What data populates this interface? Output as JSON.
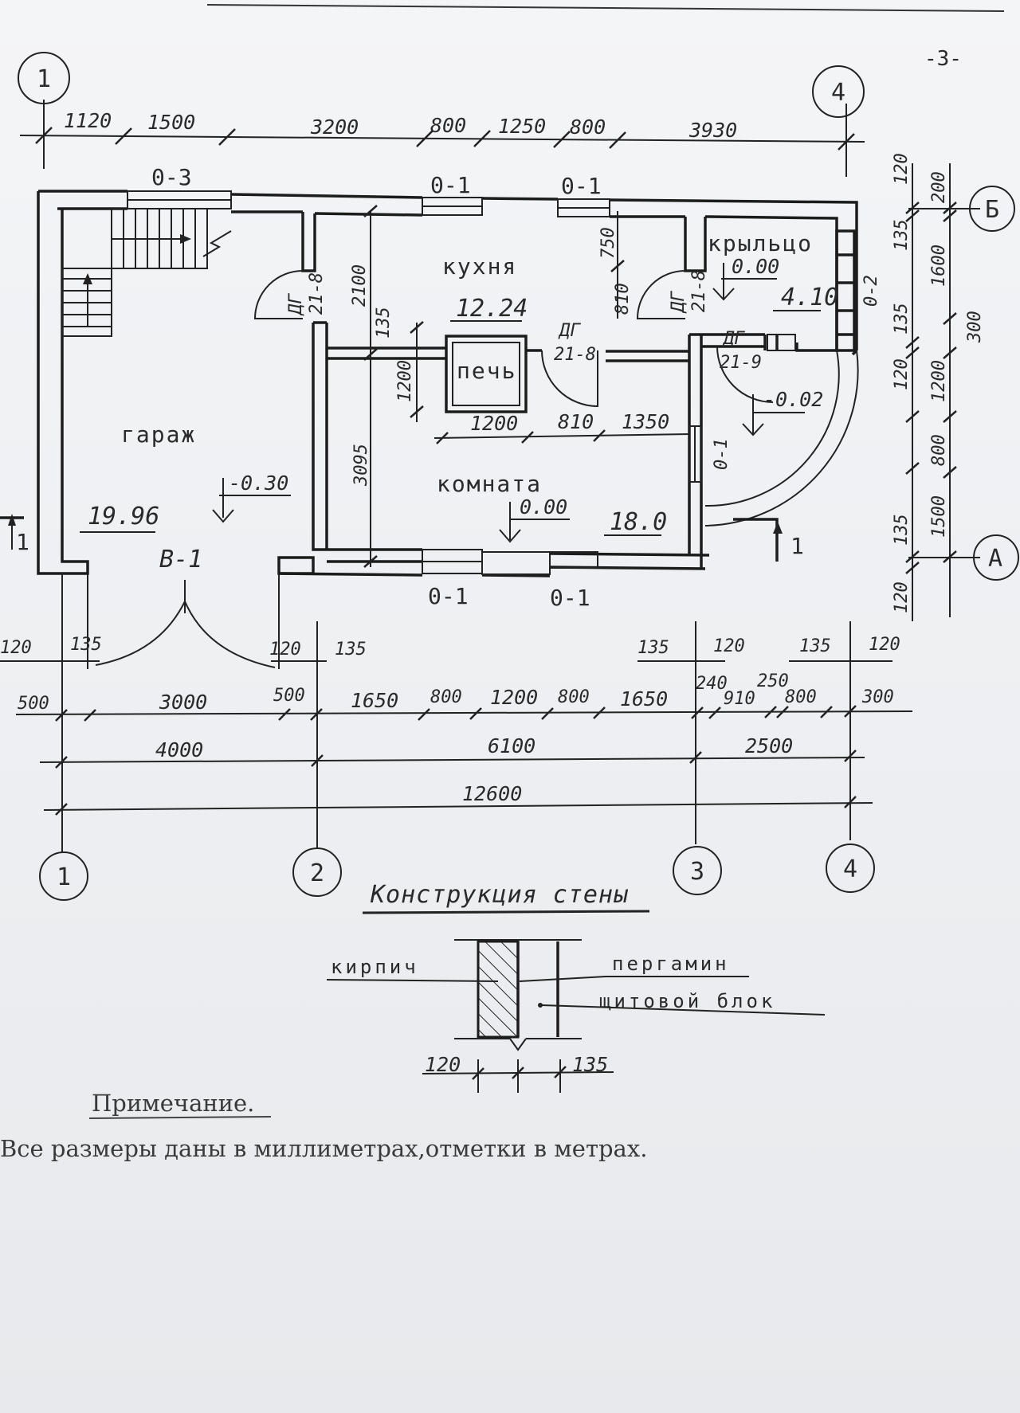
{
  "page_number": "-3-",
  "axes": {
    "a1": "1",
    "a2": "2",
    "a3": "3",
    "a4": "4",
    "rowA": "А",
    "rowB": "Б"
  },
  "rooms": {
    "garage": {
      "name": "гараж",
      "area": "19.96",
      "level": "-0.30"
    },
    "kitchen": {
      "name": "кухня",
      "area": "12.24"
    },
    "room": {
      "name": "комната",
      "area": "18.0",
      "level": "0.00"
    },
    "porch": {
      "name": "крыльцо",
      "area": "4.10",
      "level": "0.00",
      "level2": "-0.02"
    },
    "stove": {
      "name": "печь"
    }
  },
  "marks": {
    "window_o3": "0-3",
    "window_o1": "0-1",
    "window_o2": "0-2",
    "gate": "В-1",
    "door_dg": "ДГ",
    "door_218": "21-8",
    "door_219": "21-9",
    "section": "1"
  },
  "dims_top": [
    "1120",
    "1500",
    "3200",
    "800",
    "1250",
    "800",
    "3930"
  ],
  "dims_right": [
    "120",
    "200",
    "135",
    "1600",
    "135",
    "300",
    "120",
    "1200",
    "800",
    "135",
    "1500",
    "120"
  ],
  "dims_inner": {
    "h2100": "2100",
    "h3095": "3095",
    "h135": "135",
    "h1200": "1200",
    "h750": "750",
    "h810": "810",
    "w1200": "1200",
    "w810": "810",
    "w1350": "1350"
  },
  "dims_bottom_small": [
    "120",
    "135",
    "120",
    "135",
    "135",
    "120",
    "135",
    "120"
  ],
  "dims_bottom_row1": [
    "500",
    "3000",
    "500",
    "1650",
    "800",
    "1200",
    "800",
    "1650",
    "240",
    "910",
    "250",
    "800",
    "300"
  ],
  "dims_bottom_row2": [
    "4000",
    "6100",
    "2500"
  ],
  "dims_total": "12600",
  "wall_section": {
    "title": "Конструкция стены",
    "brick": "кирпич",
    "pergamin": "пергамин",
    "block": "щитовой блок",
    "d1": "120",
    "d2": "135"
  },
  "note": {
    "title": "Примечание.",
    "text": "Все размеры даны в миллиметрах,отметки в метрах."
  }
}
